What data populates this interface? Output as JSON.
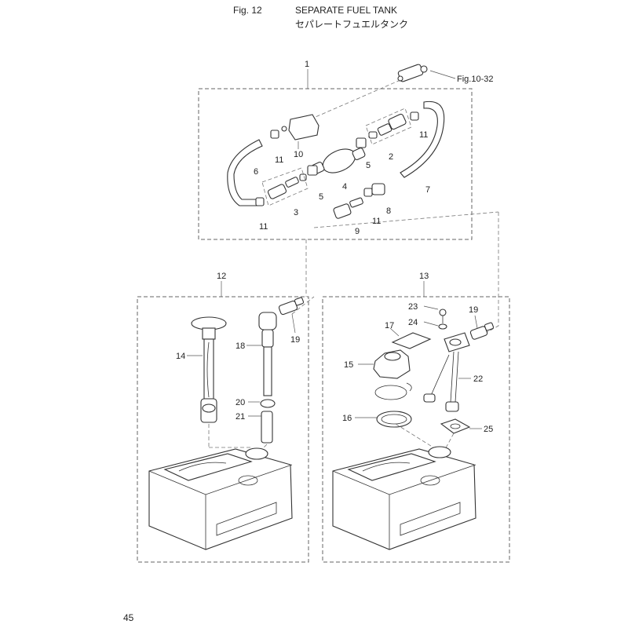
{
  "header": {
    "figure_label": "Fig. 12",
    "title": "SEPARATE FUEL TANK",
    "title_jp": "セパレートフュエルタンク"
  },
  "page_number": "45",
  "cross_reference": "Fig.10-32",
  "callouts": {
    "c1": "1",
    "c2": "2",
    "c3": "3",
    "c4": "4",
    "c5a": "5",
    "c5b": "5",
    "c6": "6",
    "c7": "7",
    "c8": "8",
    "c9": "9",
    "c10": "10",
    "c11a": "11",
    "c11b": "11",
    "c11c": "11",
    "c11d": "11",
    "c12": "12",
    "c13": "13",
    "c14": "14",
    "c15": "15",
    "c16": "16",
    "c17": "17",
    "c18": "18",
    "c19a": "19",
    "c19b": "19",
    "c20": "20",
    "c21": "21",
    "c22": "22",
    "c23": "23",
    "c24": "24",
    "c25": "25"
  }
}
